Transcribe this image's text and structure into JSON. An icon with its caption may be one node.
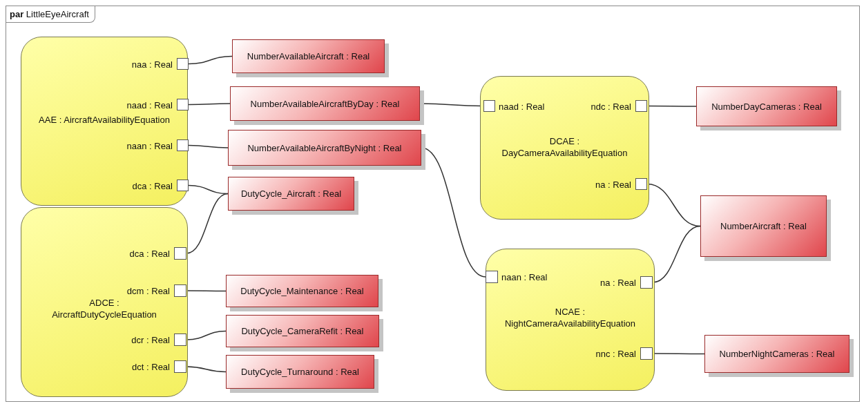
{
  "diagram": {
    "nodes": [
      {
        "text": [
          "**par** LittleEyeAircraft"
        ]
      },
      {
        "text": [
          "AAE : AircraftAvailabilityEquation"
        ],
        "in": 0
      },
      {
        "text": [],
        "shape": "box",
        "beside": [
          "naa : Real"
        ],
        "in": 1
      },
      {
        "text": [],
        "shape": "box",
        "beside": [
          "naad : Real"
        ],
        "in": 1
      },
      {
        "text": [],
        "shape": "box",
        "beside": [
          "naan : Real"
        ],
        "in": 1
      },
      {
        "text": [],
        "shape": "box",
        "beside": [
          "dca : Real"
        ],
        "in": 1
      },
      {
        "text": [
          "ADCE : AircraftDutyCycleEquation"
        ],
        "in": 0
      },
      {
        "text": [],
        "shape": "box",
        "beside": [
          "dca : Real"
        ],
        "in": 6
      },
      {
        "text": [],
        "shape": "box",
        "beside": [
          "dcm : Real"
        ],
        "in": 6
      },
      {
        "text": [],
        "shape": "box",
        "beside": [
          "dcr : Real"
        ],
        "in": 6
      },
      {
        "text": [],
        "shape": "box",
        "beside": [
          "dct : Real"
        ],
        "in": 6
      },
      {
        "text": [
          "NumberAvailableAircraft : Real"
        ],
        "in": 0
      },
      {
        "text": [
          "NumberAvailableAircraftByDay : Real"
        ],
        "in": 0
      },
      {
        "text": [
          "NumberAvailableAircraftByNight : Real"
        ],
        "in": 0
      },
      {
        "text": [
          "DutyCycle_Aircraft : Real"
        ],
        "in": 0
      },
      {
        "text": [
          "DutyCycle_Maintenance : Real"
        ],
        "in": 0
      },
      {
        "text": [
          "DutyCycle_CameraRefit : Real"
        ],
        "in": 0
      },
      {
        "text": [
          "DutyCycle_Turnaround : Real"
        ],
        "in": 0
      },
      {
        "text": [
          "DCAE : DayCameraAvailabilityEquation"
        ],
        "in": 0
      },
      {
        "text": [],
        "shape": "box",
        "beside": [
          "naad : Real"
        ],
        "in": 18
      },
      {
        "text": [],
        "shape": "box",
        "beside": [
          "ndc : Real"
        ],
        "in": 18
      },
      {
        "text": [],
        "shape": "box",
        "beside": [
          "na : Real"
        ],
        "in": 18
      },
      {
        "text": [
          "NCAE : NightCameraAvailabilityEquation"
        ],
        "in": 0
      },
      {
        "text": [],
        "shape": "box",
        "beside": [
          "naan : Real"
        ],
        "in": 22
      },
      {
        "text": [],
        "shape": "box",
        "beside": [
          "na : Real"
        ],
        "in": 22
      },
      {
        "text": [],
        "shape": "box",
        "beside": [
          "nnc : Real"
        ],
        "in": 22
      },
      {
        "text": [
          "NumberDayCameras : Real"
        ],
        "in": 0
      },
      {
        "text": [
          "NumberAircraft : Real"
        ],
        "in": 0
      },
      {
        "text": [
          "NumberNightCameras : Real"
        ],
        "in": 0
      }
    ],
    "edges": [
      {
        "from": 2,
        "to": 11,
        "arrow": "none"
      },
      {
        "from": 3,
        "to": 12,
        "arrow": "none"
      },
      {
        "from": 4,
        "to": 13,
        "arrow": "none"
      },
      {
        "from": 5,
        "to": 14,
        "arrow": "none"
      },
      {
        "from": 7,
        "to": 14,
        "arrow": "none"
      },
      {
        "from": 8,
        "to": 15,
        "arrow": "none"
      },
      {
        "from": 9,
        "to": 16,
        "arrow": "none"
      },
      {
        "from": 10,
        "to": 17,
        "arrow": "none"
      },
      {
        "from": 12,
        "to": 19,
        "arrow": "none"
      },
      {
        "from": 20,
        "to": 26,
        "arrow": "none"
      },
      {
        "from": 21,
        "to": 27,
        "arrow": "none"
      },
      {
        "from": 13,
        "to": 23,
        "arrow": "none"
      },
      {
        "from": 24,
        "to": 27,
        "arrow": "none"
      },
      {
        "from": 25,
        "to": 28,
        "arrow": "none"
      }
    ]
  }
}
